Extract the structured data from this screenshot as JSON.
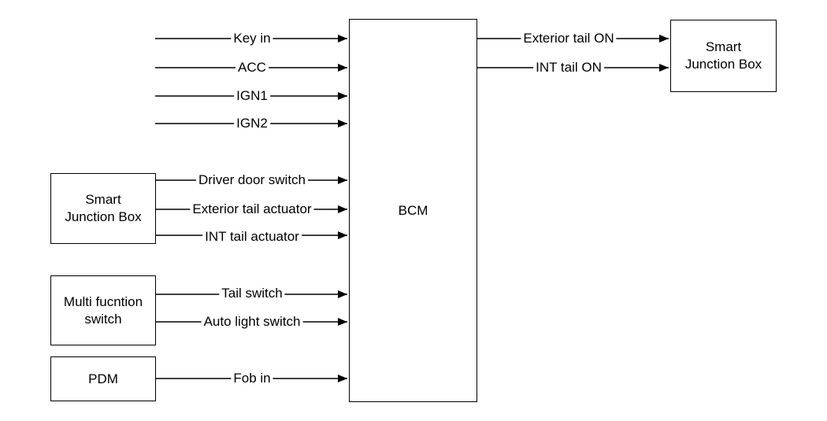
{
  "blocks": {
    "bcm": "BCM",
    "sjb_left": [
      "Smart",
      "Junction Box"
    ],
    "multifunction": [
      "Multi fucntion",
      "switch"
    ],
    "pdm": "PDM",
    "sjb_right": [
      "Smart",
      "Junction Box"
    ]
  },
  "signals": {
    "key_in": "Key in",
    "acc": "ACC",
    "ign1": "IGN1",
    "ign2": "IGN2",
    "driver_door_switch": "Driver door switch",
    "exterior_tail_actuator": "Exterior tail actuator",
    "int_tail_actuator": "INT tail actuator",
    "tail_switch": "Tail switch",
    "auto_light_switch": "Auto light switch",
    "fob_in": "Fob in",
    "exterior_tail_on": "Exterior tail ON",
    "int_tail_on": "INT tail ON"
  }
}
